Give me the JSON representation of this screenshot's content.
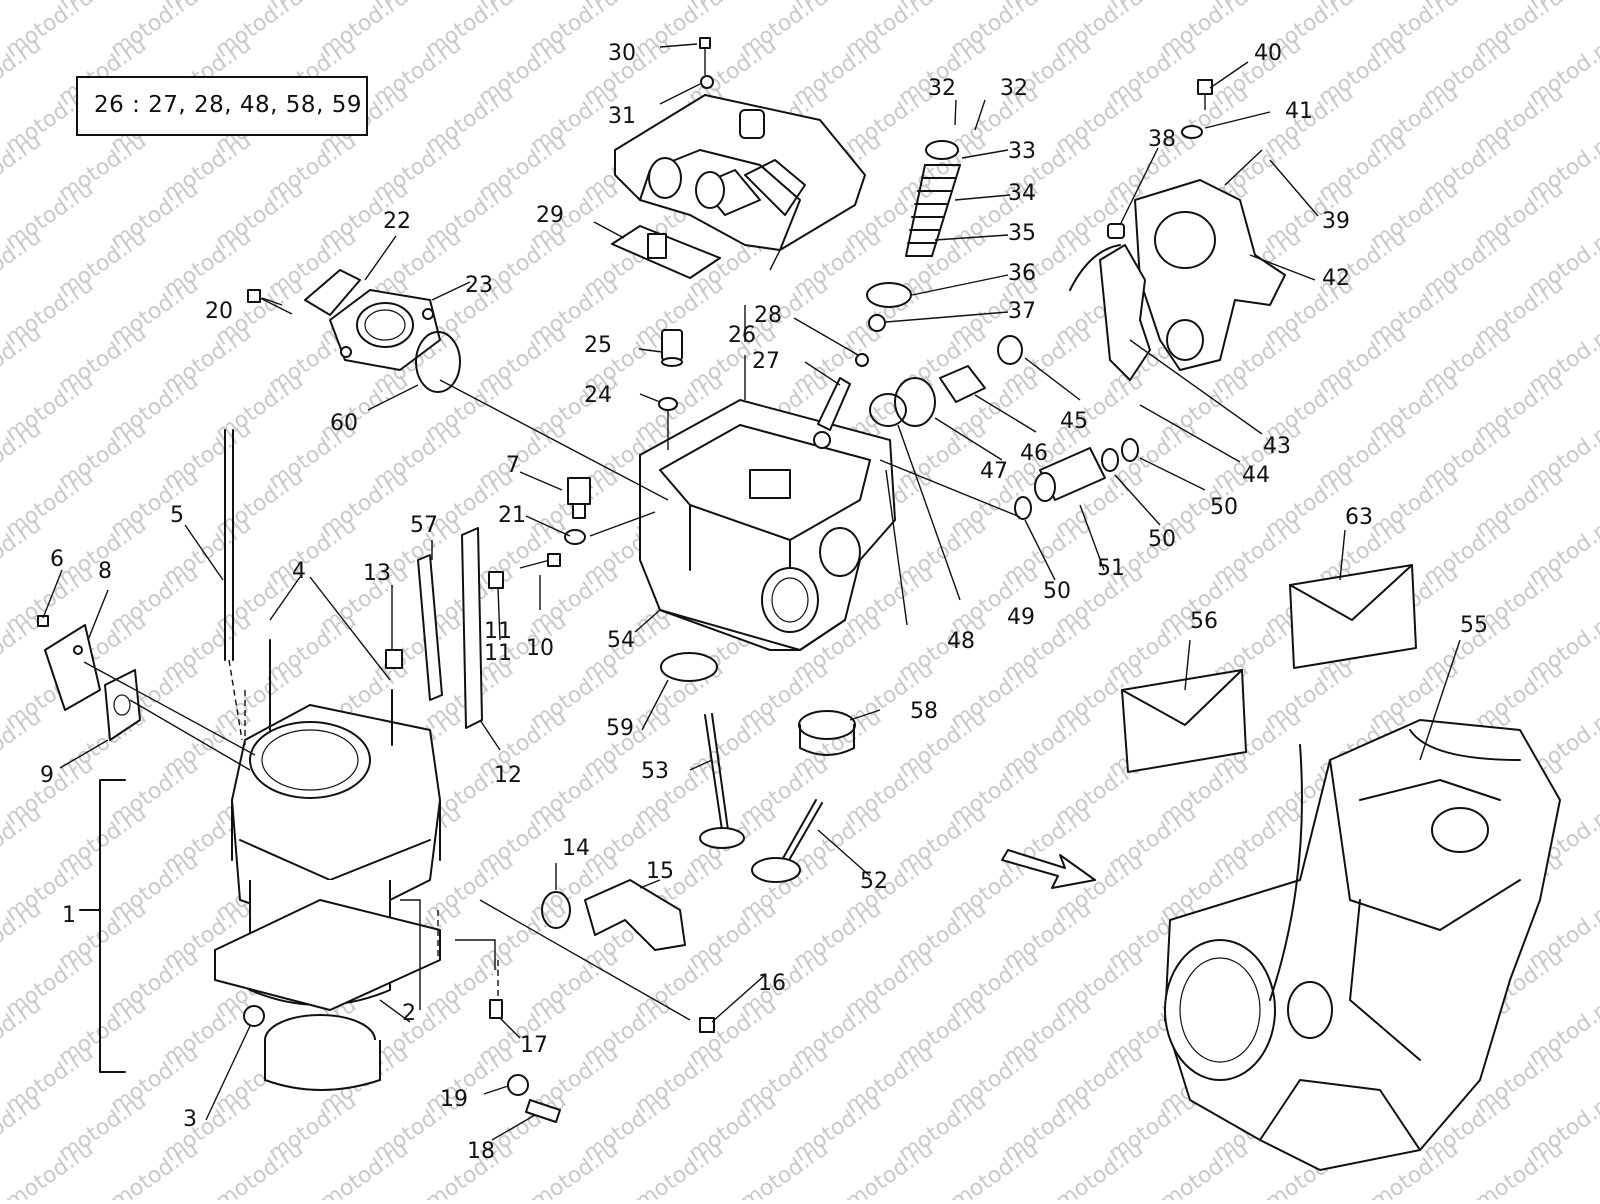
{
  "watermark": "motod.ru",
  "note": {
    "text": "26 :  27, 28, 48, 58, 59"
  },
  "callouts": [
    {
      "id": "1",
      "label": "1"
    },
    {
      "id": "2",
      "label": "2"
    },
    {
      "id": "3",
      "label": "3"
    },
    {
      "id": "4",
      "label": "4"
    },
    {
      "id": "5",
      "label": "5"
    },
    {
      "id": "6",
      "label": "6"
    },
    {
      "id": "7",
      "label": "7"
    },
    {
      "id": "8",
      "label": "8"
    },
    {
      "id": "9",
      "label": "9"
    },
    {
      "id": "10",
      "label": "10"
    },
    {
      "id": "11a",
      "label": "11"
    },
    {
      "id": "11b",
      "label": "11"
    },
    {
      "id": "12",
      "label": "12"
    },
    {
      "id": "13",
      "label": "13"
    },
    {
      "id": "14",
      "label": "14"
    },
    {
      "id": "15",
      "label": "15"
    },
    {
      "id": "16",
      "label": "16"
    },
    {
      "id": "17",
      "label": "17"
    },
    {
      "id": "18",
      "label": "18"
    },
    {
      "id": "19",
      "label": "19"
    },
    {
      "id": "20",
      "label": "20"
    },
    {
      "id": "21",
      "label": "21"
    },
    {
      "id": "22",
      "label": "22"
    },
    {
      "id": "23",
      "label": "23"
    },
    {
      "id": "24",
      "label": "24"
    },
    {
      "id": "25",
      "label": "25"
    },
    {
      "id": "26",
      "label": "26"
    },
    {
      "id": "27",
      "label": "27"
    },
    {
      "id": "28",
      "label": "28"
    },
    {
      "id": "29",
      "label": "29"
    },
    {
      "id": "30",
      "label": "30"
    },
    {
      "id": "31",
      "label": "31"
    },
    {
      "id": "32a",
      "label": "32"
    },
    {
      "id": "32b",
      "label": "32"
    },
    {
      "id": "33",
      "label": "33"
    },
    {
      "id": "34",
      "label": "34"
    },
    {
      "id": "35",
      "label": "35"
    },
    {
      "id": "36",
      "label": "36"
    },
    {
      "id": "37",
      "label": "37"
    },
    {
      "id": "38",
      "label": "38"
    },
    {
      "id": "39",
      "label": "39"
    },
    {
      "id": "40",
      "label": "40"
    },
    {
      "id": "41",
      "label": "41"
    },
    {
      "id": "42",
      "label": "42"
    },
    {
      "id": "43",
      "label": "43"
    },
    {
      "id": "44",
      "label": "44"
    },
    {
      "id": "45",
      "label": "45"
    },
    {
      "id": "46",
      "label": "46"
    },
    {
      "id": "47",
      "label": "47"
    },
    {
      "id": "48",
      "label": "48"
    },
    {
      "id": "49",
      "label": "49"
    },
    {
      "id": "50a",
      "label": "50"
    },
    {
      "id": "50b",
      "label": "50"
    },
    {
      "id": "50c",
      "label": "50"
    },
    {
      "id": "51",
      "label": "51"
    },
    {
      "id": "52",
      "label": "52"
    },
    {
      "id": "53",
      "label": "53"
    },
    {
      "id": "54",
      "label": "54"
    },
    {
      "id": "55",
      "label": "55"
    },
    {
      "id": "56",
      "label": "56"
    },
    {
      "id": "57",
      "label": "57"
    },
    {
      "id": "58",
      "label": "58"
    },
    {
      "id": "59",
      "label": "59"
    },
    {
      "id": "60",
      "label": "60"
    },
    {
      "id": "63",
      "label": "63"
    }
  ]
}
